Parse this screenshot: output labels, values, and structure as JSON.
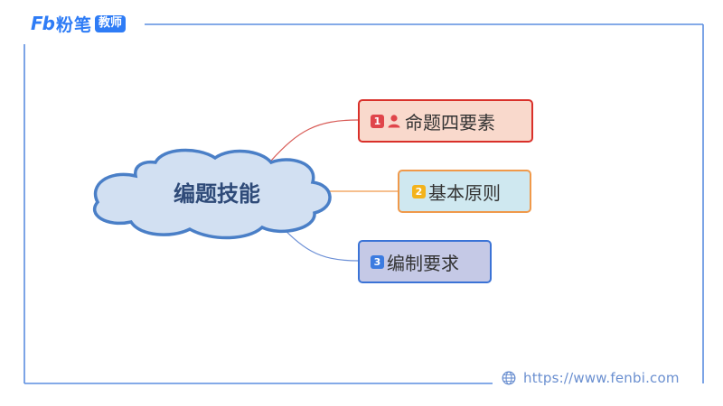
{
  "header": {
    "logo_mark": "Fb",
    "logo_name": "粉笔",
    "logo_badge": "教师"
  },
  "diagram": {
    "central": {
      "label": "编题技能"
    },
    "branches": [
      {
        "number": "1",
        "label": "命题四要素",
        "badge_color": "#e0454a",
        "icon": "person-icon"
      },
      {
        "number": "2",
        "label": "基本原则",
        "badge_color": "#f3b31c"
      },
      {
        "number": "3",
        "label": "编制要求",
        "badge_color": "#3b7be0"
      }
    ]
  },
  "footer": {
    "url": "https://www.fenbi.com",
    "icon": "globe-icon"
  },
  "colors": {
    "frame": "#4a86e8",
    "accent": "#2e7cf6"
  }
}
